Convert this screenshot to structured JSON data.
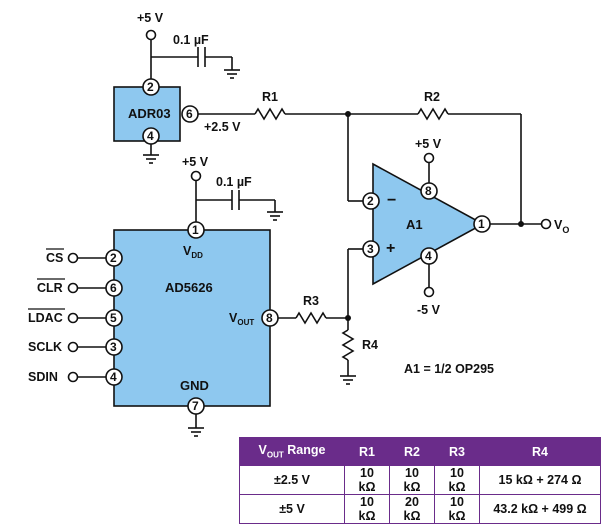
{
  "supply_labels": {
    "adr_supply": "+5 V",
    "dac_supply": "+5 V",
    "op_plus": "+5 V",
    "op_minus": "-5 V"
  },
  "caps": {
    "c_adr": "0.1 µF",
    "c_dac": "0.1 µF"
  },
  "adr03": {
    "name": "ADR03",
    "pin_in": "2",
    "pin_out": "6",
    "pin_gnd": "4",
    "out_voltage": "+2.5 V"
  },
  "resistors": {
    "r1": "R1",
    "r2": "R2",
    "r3": "R3",
    "r4": "R4"
  },
  "opamp": {
    "name": "A1",
    "pin_inv": "2",
    "pin_noninv": "3",
    "pin_out": "1",
    "pin_vp": "8",
    "pin_vn": "4",
    "minus": "−",
    "plus": "+",
    "output_main": "V",
    "output_sub": "O",
    "note": "A1 = 1/2 OP295"
  },
  "ad5626": {
    "name": "AD5626",
    "vdd_main": "V",
    "vdd_sub": "DD",
    "vdd_pin": "1",
    "vout_main": "V",
    "vout_sub": "OUT",
    "vout_pin": "8",
    "gnd": "GND",
    "gnd_pin": "7",
    "inputs": [
      {
        "label": "CS",
        "overbar": true,
        "pin": "2"
      },
      {
        "label": "CLR",
        "overbar": true,
        "pin": "6"
      },
      {
        "label": "LDAC",
        "overbar": true,
        "pin": "5"
      },
      {
        "label": "SCLK",
        "overbar": false,
        "pin": "3"
      },
      {
        "label": "SDIN",
        "overbar": false,
        "pin": "4"
      }
    ]
  },
  "table": {
    "headers": {
      "range_main": "V",
      "range_sub": "OUT",
      "range_rest": " Range",
      "r1": "R1",
      "r2": "R2",
      "r3": "R3",
      "r4": "R4"
    },
    "rows": [
      {
        "range": "±2.5 V",
        "r1": "10 kΩ",
        "r2": "10 kΩ",
        "r3": "10 kΩ",
        "r4": "15 kΩ + 274 Ω"
      },
      {
        "range": "±5 V",
        "r1": "10 kΩ",
        "r2": "20 kΩ",
        "r3": "10 kΩ",
        "r4": "43.2 kΩ + 499 Ω"
      }
    ]
  },
  "colors": {
    "ic_fill": "#8ec8ef",
    "table_header": "#6a2c8a",
    "wire": "#111111"
  }
}
